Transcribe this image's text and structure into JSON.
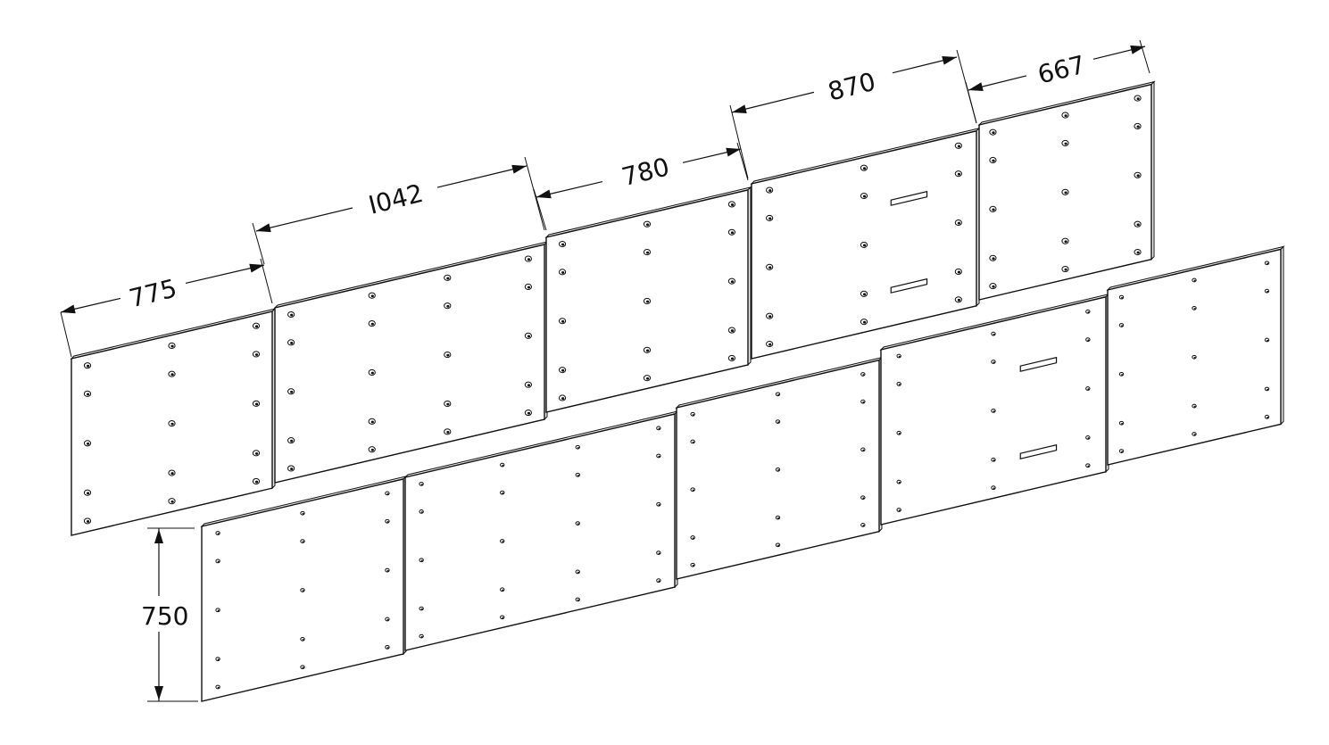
{
  "dimensions": {
    "top_row": [
      {
        "label": "775"
      },
      {
        "label": "I042"
      },
      {
        "label": "780"
      },
      {
        "label": "870"
      },
      {
        "label": "667"
      }
    ],
    "height": {
      "label": "750"
    }
  },
  "panels": {
    "top_row": [
      {
        "name": "panel-top-1",
        "has_slots": false
      },
      {
        "name": "panel-top-2",
        "has_slots": false
      },
      {
        "name": "panel-top-3",
        "has_slots": false
      },
      {
        "name": "panel-top-4",
        "has_slots": true
      },
      {
        "name": "panel-top-5",
        "has_slots": false
      }
    ],
    "bottom_row": [
      {
        "name": "panel-bottom-1",
        "has_slots": false
      },
      {
        "name": "panel-bottom-2",
        "has_slots": false
      },
      {
        "name": "panel-bottom-3",
        "has_slots": false
      },
      {
        "name": "panel-bottom-4",
        "has_slots": true
      },
      {
        "name": "panel-bottom-5",
        "has_slots": false
      }
    ]
  }
}
